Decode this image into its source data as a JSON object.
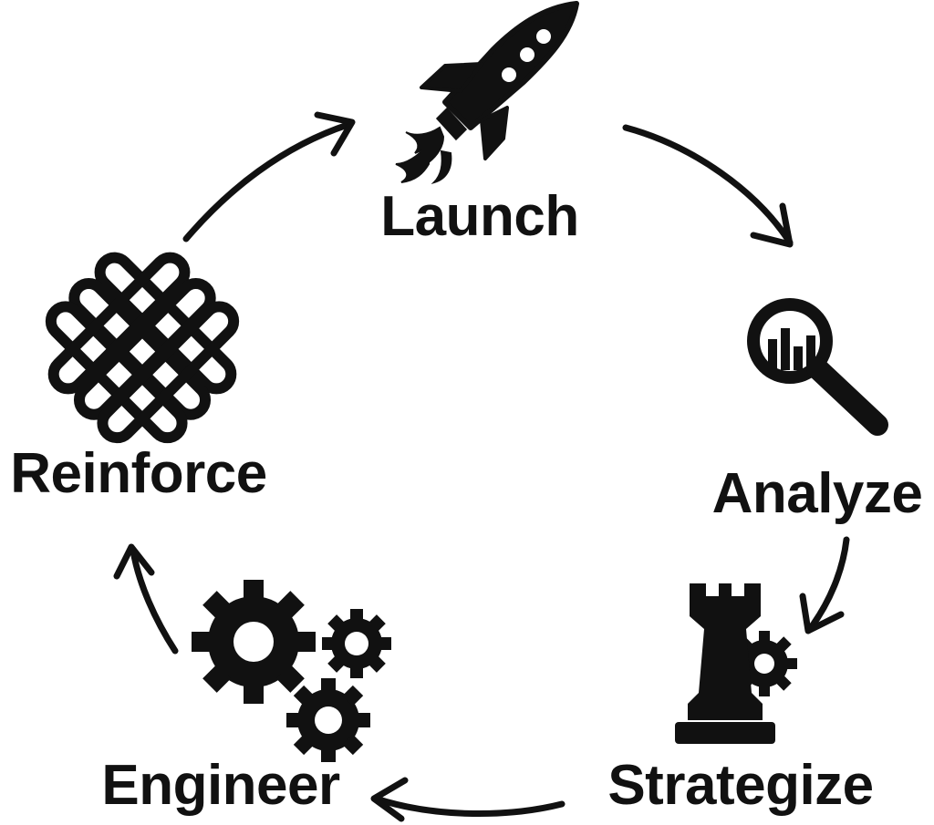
{
  "diagram": {
    "type": "cycle",
    "stages": [
      {
        "id": "launch",
        "label": "Launch",
        "icon": "rocket-icon"
      },
      {
        "id": "analyze",
        "label": "Analyze",
        "icon": "magnifier-chart-icon"
      },
      {
        "id": "strategize",
        "label": "Strategize",
        "icon": "chess-rook-gear-icon"
      },
      {
        "id": "engineer",
        "label": "Engineer",
        "icon": "gears-icon"
      },
      {
        "id": "reinforce",
        "label": "Reinforce",
        "icon": "woven-lattice-icon"
      }
    ],
    "flow": [
      {
        "from": "launch",
        "to": "analyze"
      },
      {
        "from": "analyze",
        "to": "strategize"
      },
      {
        "from": "strategize",
        "to": "engineer"
      },
      {
        "from": "engineer",
        "to": "reinforce"
      },
      {
        "from": "reinforce",
        "to": "launch"
      }
    ],
    "colors": {
      "ink": "#111111",
      "background": "#ffffff"
    }
  }
}
